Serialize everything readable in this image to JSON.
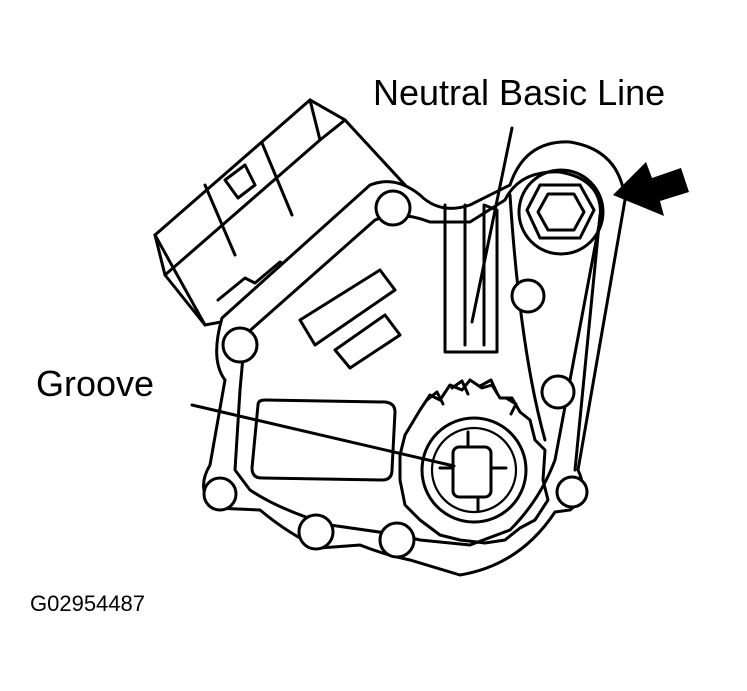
{
  "labels": {
    "neutral_basic_line": "Neutral Basic Line",
    "groove": "Groove",
    "figure_code": "G02954487"
  },
  "colors": {
    "ink": "#000000",
    "paper": "#ffffff"
  },
  "icons": {
    "arrow": "pointer-arrow-icon"
  }
}
